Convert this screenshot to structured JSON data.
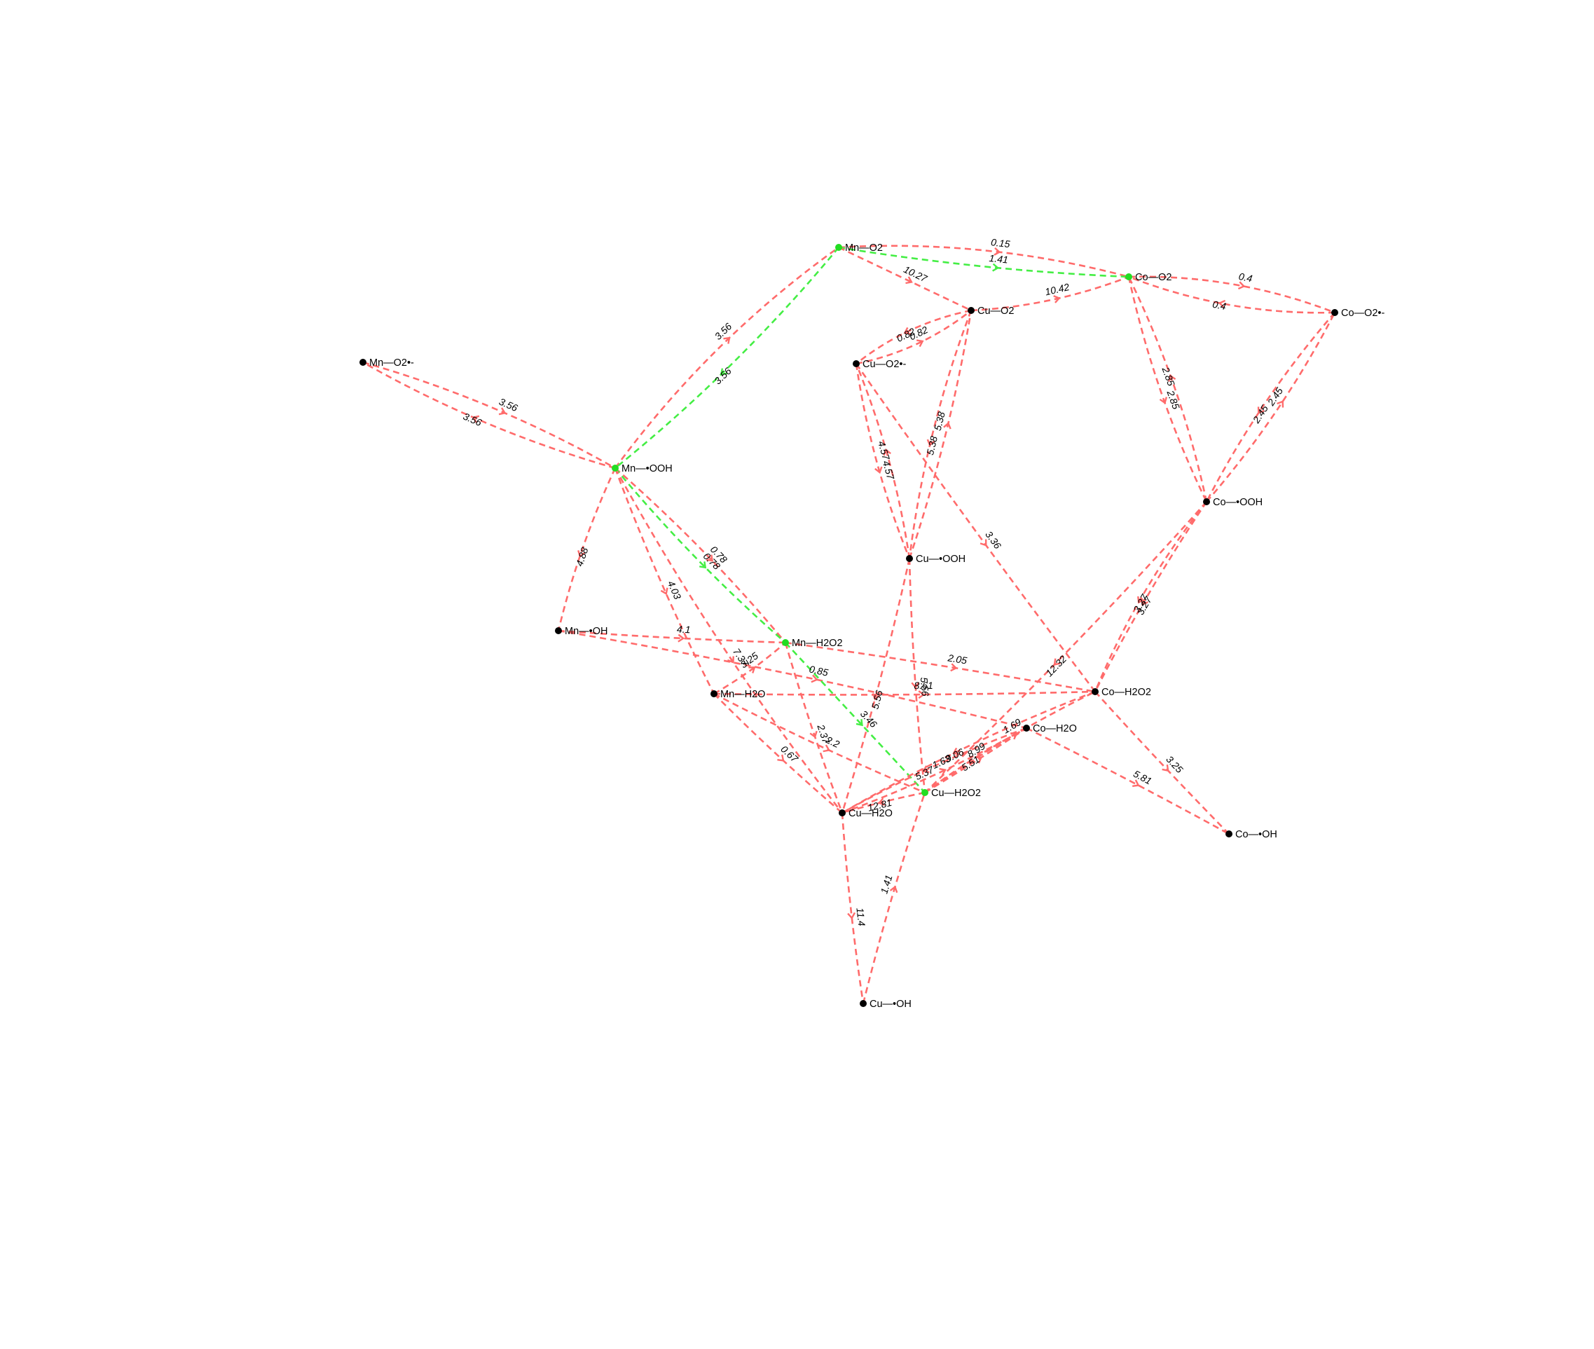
{
  "colors": {
    "edge_default": "#ff6b6b",
    "edge_highlight": "#44ee44",
    "node_default": "#000000",
    "node_highlight": "#22dd22",
    "background": "#ffffff"
  },
  "nodes": [
    {
      "id": "mn_o2",
      "label": "Mn—O2",
      "highlight": true
    },
    {
      "id": "co_o2",
      "label": "Co—O2",
      "highlight": true
    },
    {
      "id": "co_o2r",
      "label": "Co—O2•-",
      "highlight": false
    },
    {
      "id": "cu_o2",
      "label": "Cu—O2",
      "highlight": false
    },
    {
      "id": "mn_o2r",
      "label": "Mn—O2•-",
      "highlight": false
    },
    {
      "id": "cu_o2r",
      "label": "Cu—O2•-",
      "highlight": false
    },
    {
      "id": "mn_ooh",
      "label": "Mn—•OOH",
      "highlight": true
    },
    {
      "id": "co_ooh",
      "label": "Co—•OOH",
      "highlight": false
    },
    {
      "id": "cu_ooh",
      "label": "Cu—•OOH",
      "highlight": false
    },
    {
      "id": "mn_oh",
      "label": "Mn—•OH",
      "highlight": false
    },
    {
      "id": "mn_h2o2",
      "label": "Mn—H2O2",
      "highlight": true
    },
    {
      "id": "co_h2o2",
      "label": "Co—H2O2",
      "highlight": false
    },
    {
      "id": "mn_h2o",
      "label": "Mn—H2O",
      "highlight": false
    },
    {
      "id": "co_h2o",
      "label": "Co—H2O",
      "highlight": false
    },
    {
      "id": "cu_h2o2",
      "label": "Cu—H2O2",
      "highlight": true
    },
    {
      "id": "cu_h2o",
      "label": "Cu—H2O",
      "highlight": false
    },
    {
      "id": "co_oh",
      "label": "Co—•OH",
      "highlight": false
    },
    {
      "id": "cu_oh",
      "label": "Cu—•OH",
      "highlight": false
    }
  ],
  "edges": [
    {
      "source": "mn_o2",
      "target": "co_o2",
      "label": "0.15",
      "highlight": false
    },
    {
      "source": "mn_o2",
      "target": "co_o2",
      "label": "1.41",
      "highlight": true
    },
    {
      "source": "mn_o2",
      "target": "cu_o2",
      "label": "10.27",
      "highlight": false
    },
    {
      "source": "cu_o2",
      "target": "co_o2",
      "label": "10.42",
      "highlight": false
    },
    {
      "source": "co_o2",
      "target": "co_o2r",
      "label": "0.4",
      "highlight": false
    },
    {
      "source": "co_o2r",
      "target": "co_o2",
      "label": "0.4",
      "highlight": false
    },
    {
      "source": "mn_ooh",
      "target": "mn_o2",
      "label": "3.56",
      "highlight": false
    },
    {
      "source": "mn_o2",
      "target": "mn_ooh",
      "label": "3.56",
      "highlight": true
    },
    {
      "source": "mn_o2r",
      "target": "mn_ooh",
      "label": "3.56",
      "highlight": false
    },
    {
      "source": "mn_ooh",
      "target": "mn_o2r",
      "label": "3.56",
      "highlight": false
    },
    {
      "source": "cu_o2r",
      "target": "cu_o2",
      "label": "0.82",
      "highlight": false
    },
    {
      "source": "cu_o2",
      "target": "cu_o2r",
      "label": "0.82",
      "highlight": false
    },
    {
      "source": "cu_o2",
      "target": "cu_ooh",
      "label": "5.38",
      "highlight": false
    },
    {
      "source": "cu_ooh",
      "target": "cu_o2",
      "label": "5.38",
      "highlight": false
    },
    {
      "source": "cu_o2r",
      "target": "cu_ooh",
      "label": "4.57",
      "highlight": false
    },
    {
      "source": "cu_ooh",
      "target": "cu_o2r",
      "label": "4.57",
      "highlight": false
    },
    {
      "source": "co_o2",
      "target": "co_ooh",
      "label": "2.85",
      "highlight": false
    },
    {
      "source": "co_ooh",
      "target": "co_o2",
      "label": "2.85",
      "highlight": false
    },
    {
      "source": "co_ooh",
      "target": "co_o2r",
      "label": "2.45",
      "highlight": false
    },
    {
      "source": "co_o2r",
      "target": "co_ooh",
      "label": "2.45",
      "highlight": false
    },
    {
      "source": "mn_ooh",
      "target": "mn_oh",
      "label": "4.88",
      "highlight": false
    },
    {
      "source": "mn_ooh",
      "target": "mn_h2o",
      "label": "4.03",
      "highlight": false
    },
    {
      "source": "mn_ooh",
      "target": "mn_h2o2",
      "label": "0.78",
      "highlight": false
    },
    {
      "source": "mn_ooh",
      "target": "mn_h2o2",
      "label": "0.78",
      "highlight": true
    },
    {
      "source": "mn_oh",
      "target": "mn_h2o2",
      "label": "4.1",
      "highlight": false
    },
    {
      "source": "mn_oh",
      "target": "co_h2o",
      "label": "0.85",
      "highlight": false
    },
    {
      "source": "mn_h2o",
      "target": "mn_h2o2",
      "label": "3.25",
      "highlight": false
    },
    {
      "source": "mn_h2o2",
      "target": "co_h2o2",
      "label": "2.05",
      "highlight": false
    },
    {
      "source": "mn_h2o2",
      "target": "cu_h2o2",
      "label": "3.46",
      "highlight": true
    },
    {
      "source": "mn_h2o2",
      "target": "cu_h2o",
      "label": "2.37",
      "highlight": false
    },
    {
      "source": "mn_h2o",
      "target": "co_h2o2",
      "label": "8.61",
      "highlight": false
    },
    {
      "source": "mn_h2o",
      "target": "cu_h2o2",
      "label": "2.2",
      "highlight": false
    },
    {
      "source": "mn_h2o",
      "target": "cu_h2o",
      "label": "0.67",
      "highlight": false
    },
    {
      "source": "mn_ooh",
      "target": "cu_h2o",
      "label": "7.37",
      "highlight": false
    },
    {
      "source": "cu_ooh",
      "target": "cu_h2o2",
      "label": "5.56",
      "highlight": false
    },
    {
      "source": "cu_ooh",
      "target": "cu_h2o",
      "label": "5.56",
      "highlight": false
    },
    {
      "source": "cu_o2r",
      "target": "co_h2o2",
      "label": "3.36",
      "highlight": false
    },
    {
      "source": "cu_h2o2",
      "target": "co_h2o",
      "label": "8.99",
      "highlight": false
    },
    {
      "source": "co_ooh",
      "target": "co_h2o2",
      "label": "3.27",
      "highlight": false
    },
    {
      "source": "co_ooh",
      "target": "co_h2o2",
      "label": "3.27",
      "highlight": false
    },
    {
      "source": "co_ooh",
      "target": "cu_h2o2",
      "label": "12.32",
      "highlight": false
    },
    {
      "source": "co_h2o2",
      "target": "cu_h2o",
      "label": "9.06",
      "highlight": false
    },
    {
      "source": "co_h2o",
      "target": "cu_h2o",
      "label": "5.37",
      "highlight": false
    },
    {
      "source": "co_h2o",
      "target": "cu_h2o2",
      "label": "5.51",
      "highlight": false
    },
    {
      "source": "co_h2o2",
      "target": "co_oh",
      "label": "3.25",
      "highlight": false
    },
    {
      "source": "co_h2o",
      "target": "co_oh",
      "label": "5.81",
      "highlight": false
    },
    {
      "source": "cu_h2o",
      "target": "co_h2o",
      "label": "1.63",
      "highlight": false
    },
    {
      "source": "cu_h2o2",
      "target": "co_h2o2",
      "label": "1.69",
      "highlight": false
    },
    {
      "source": "cu_h2o2",
      "target": "cu_h2o",
      "label": "12.81",
      "highlight": false
    },
    {
      "source": "cu_h2o",
      "target": "cu_oh",
      "label": "11.4",
      "highlight": false
    },
    {
      "source": "cu_oh",
      "target": "cu_h2o2",
      "label": "1.41",
      "highlight": false
    }
  ]
}
